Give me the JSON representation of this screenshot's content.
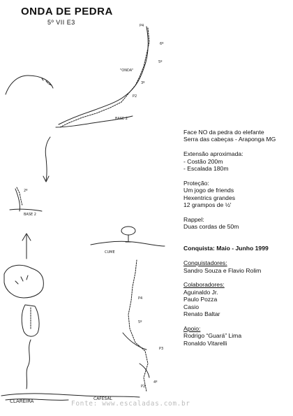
{
  "title": "ONDA DE PEDRA",
  "grade": "5º VII E3",
  "info": {
    "location_1": "Face NO da pedra do elefante",
    "location_2": "Serra das cabeças - Araponga MG",
    "length_title": "Extensão aproximada:",
    "length_1": "- Costão   200m",
    "length_2": "- Escalada  180m",
    "protection_title": "Proteção:",
    "protection_1": "Um jogo de friends",
    "protection_2": "Hexentrics grandes",
    "protection_3": "12 grampos de ½'",
    "rappel_title": "Rappel:",
    "rappel_1": "Duas cordas de 50m",
    "conquest": "Conquista: Maio - Junho 1999",
    "conquerors_title": "Conquistadores:",
    "conquerors_1": "Sandro Souza e Flavio Rolim",
    "collaborators_title": "Colaboradores:",
    "collaborators": [
      "Aguinaldo Jr.",
      "Paulo Pozza",
      "Casio",
      "Renato Baltar"
    ],
    "support_title": "Apoio:",
    "support": [
      "Rodrigo “Guará” Lima",
      "Ronaldo Vitarelli"
    ]
  },
  "sketch_labels": {
    "p4": "P4",
    "sixth": "6º",
    "fifth_top": "5º",
    "onda": "\"ONDA\"",
    "third": "3º",
    "p2_upper": "P2",
    "base2_upper": "BASE 2",
    "second": "2º",
    "base2_lower": "BASE 2",
    "cume": "CUME",
    "p4_right": "P4",
    "fifth_right": "5º",
    "p3": "P3",
    "p2_lower": "P2",
    "fourth": "4º",
    "clareira": "CLAREIRA",
    "cafesal": "CAFESAL"
  },
  "watermark": "Fonte: www.escaladas.com.br"
}
